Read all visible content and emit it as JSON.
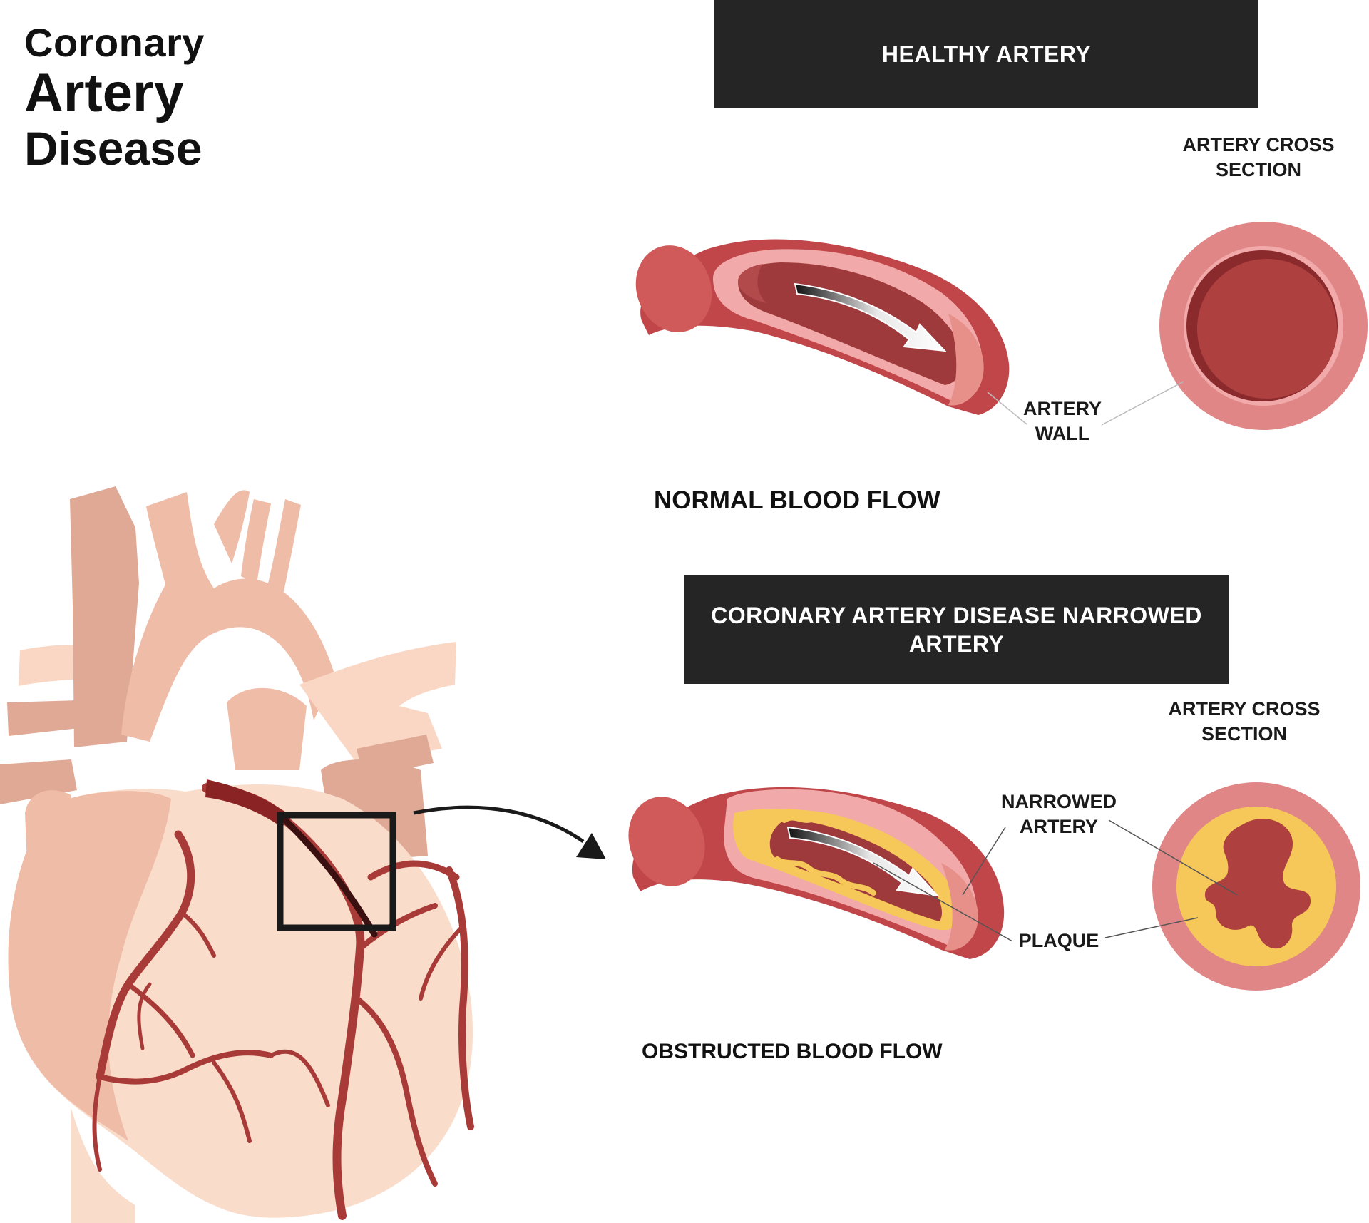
{
  "title": {
    "line1": "Coronary",
    "line2": "Artery",
    "line3": "Disease"
  },
  "healthy": {
    "banner": "HEALTHY ARTERY",
    "cross_section_label": "ARTERY CROSS\nSECTION",
    "wall_label": "ARTERY\nWALL",
    "flow_label": "NORMAL BLOOD FLOW"
  },
  "diseased": {
    "banner": "CORONARY ARTERY DISEASE NARROWED\nARTERY",
    "cross_section_label": "ARTERY CROSS\nSECTION",
    "narrowed_label": "NARROWED\nARTERY",
    "plaque_label": "PLAQUE",
    "flow_label": "OBSTRUCTED BLOOD FLOW"
  },
  "colors": {
    "banner_bg": "#252525",
    "heart_light": "#fadcca",
    "heart_mid": "#efbca8",
    "vessel_tone": "#e0ae9c",
    "coronary_vessel": "#a83a38",
    "artery_outer": "#c0464a",
    "artery_wall": "#f2a9a9",
    "artery_lumen": "#9e3a3c",
    "cross_outer": "#e08686",
    "cross_inner": "#ae4040",
    "plaque": "#f6c85a"
  }
}
